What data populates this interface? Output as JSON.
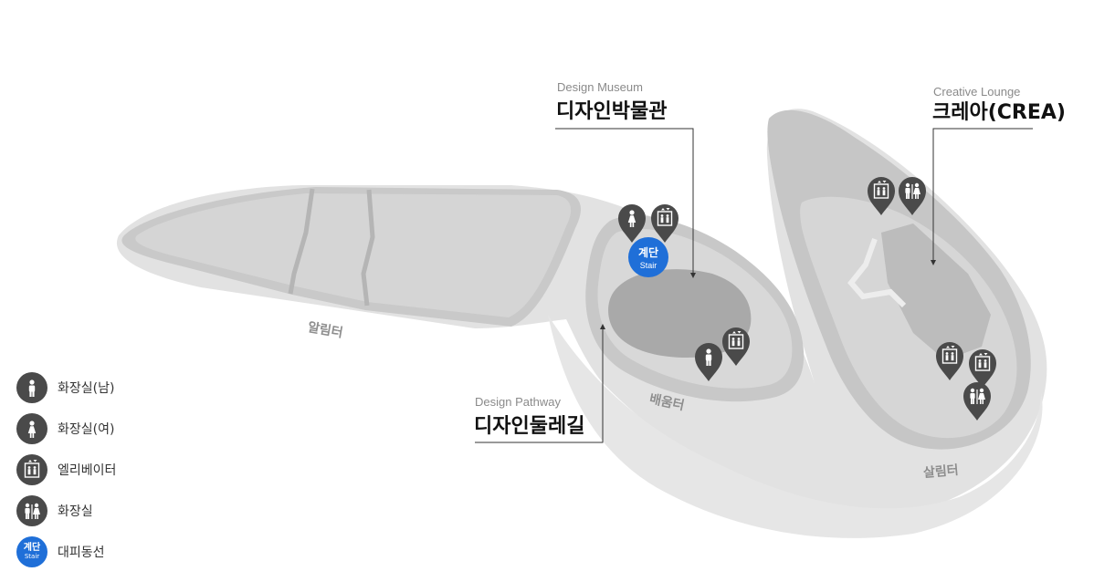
{
  "callouts": {
    "museum": {
      "en": "Design Museum",
      "ko": "디자인박물관"
    },
    "lounge": {
      "en": "Creative Lounge",
      "ko": "크레아(CREA)"
    },
    "pathway": {
      "en": "Design Pathway",
      "ko": "디자인둘레길"
    }
  },
  "areas": {
    "alim": "알림터",
    "baeum": "배움터",
    "salim": "살림터"
  },
  "stair_marker": {
    "ko": "계단",
    "en": "Stair"
  },
  "legend": [
    {
      "icon": "restroom-male-icon",
      "label": "화장실(남)"
    },
    {
      "icon": "restroom-female-icon",
      "label": "화장실(여)"
    },
    {
      "icon": "elevator-icon",
      "label": "엘리베이터"
    },
    {
      "icon": "restroom-icon",
      "label": "화장실"
    },
    {
      "icon": "stair-icon",
      "label": "대피동선",
      "badge_ko": "계단",
      "badge_en": "Stair"
    }
  ],
  "colors": {
    "pin": "#4a4a4a",
    "stair": "#1f6fd8",
    "floor": "#d9d9d9",
    "wall": "#b5b5b5"
  }
}
